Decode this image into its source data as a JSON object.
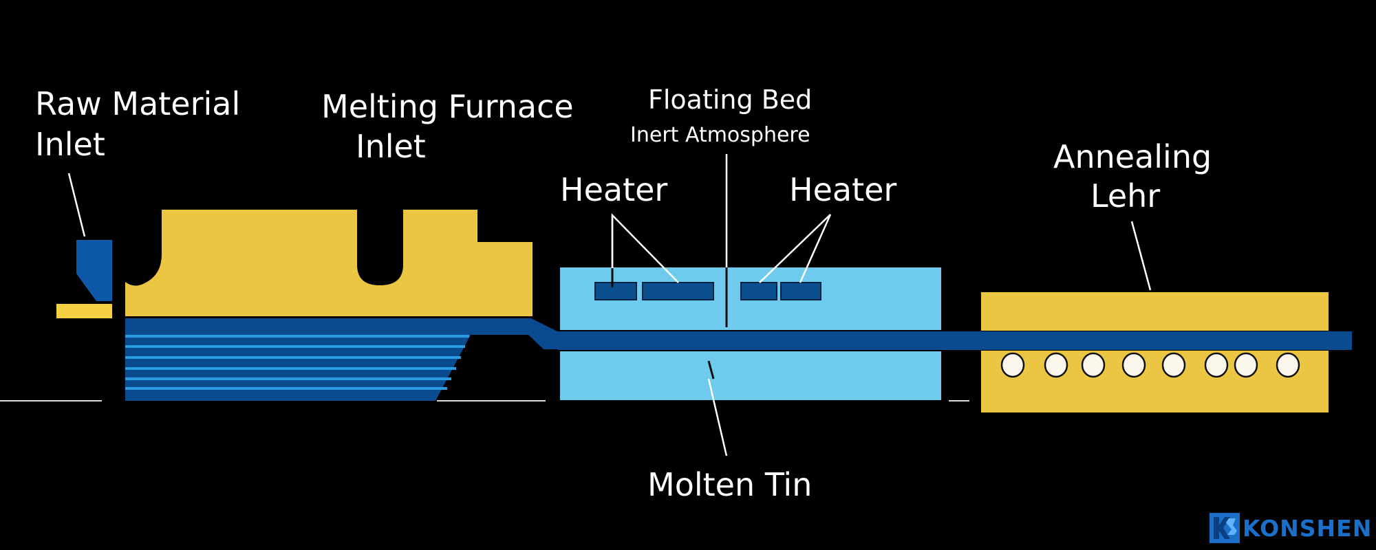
{
  "labels": {
    "raw_material_line1": "Raw Material",
    "raw_material_line2": "Inlet",
    "melting_line1": "Melting Furnace",
    "melting_line2": "Inlet",
    "floating_bed": "Floating Bed",
    "inert_atmosphere": "Inert Atmosphere",
    "heater_left": "Heater",
    "heater_right": "Heater",
    "annealing_line1": "Annealing",
    "annealing_line2": "Lehr",
    "molten_tin": "Molten Tin"
  },
  "logo": {
    "text": "KONSHEN",
    "mark": "KS"
  },
  "colors": {
    "background": "#000000",
    "furnace_yellow": "#EBC642",
    "glass_blue": "#0A4A8E",
    "stripe_blue": "#2A9BE0",
    "bath_light_blue": "#6ECBEE",
    "heater_blue": "#0B4F8E",
    "roller_white": "#FBF7EC",
    "logo_blue": "#1A6FC9"
  }
}
